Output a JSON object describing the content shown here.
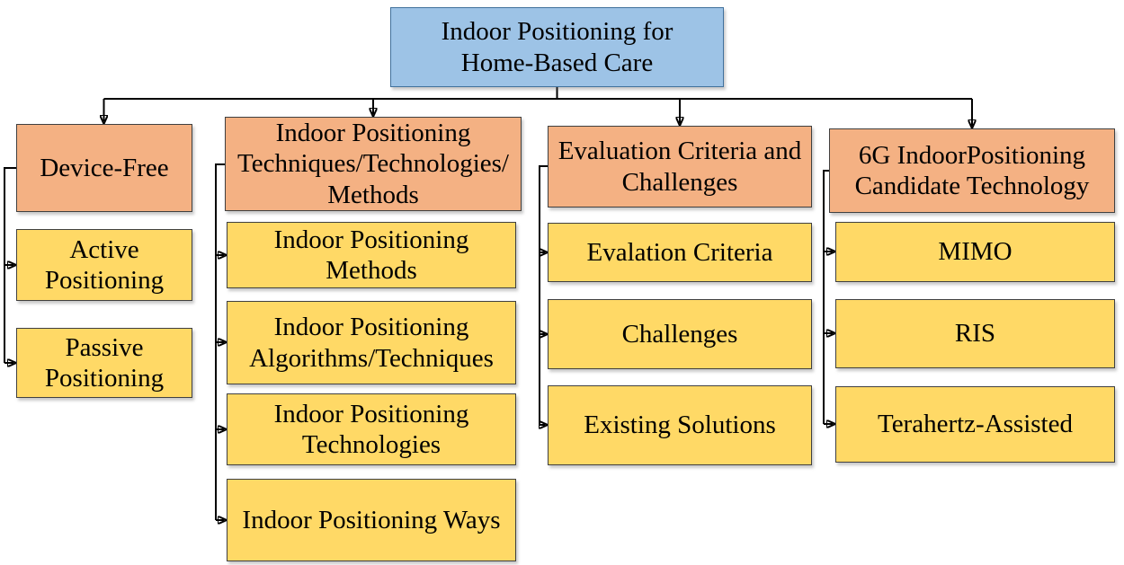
{
  "colors": {
    "background": "#FFFFFF",
    "text": "#000000",
    "connector": "#000000",
    "root_fill": "#9DC3E6",
    "root_border": "#41719C",
    "category_fill": "#F4B183",
    "child_fill": "#FFD966",
    "box_border": "#404040"
  },
  "root": {
    "label": "Indoor Positioning for\nHome-Based Care"
  },
  "columns": [
    {
      "parent": {
        "label": "Device-Free"
      },
      "children": [
        {
          "label": "Active\nPositioning"
        },
        {
          "label": "Passive\nPositioning"
        }
      ]
    },
    {
      "parent": {
        "label": "Indoor Positioning\nTechniques/Technologies/\nMethods"
      },
      "children": [
        {
          "label": "Indoor Positioning\nMethods"
        },
        {
          "label": "Indoor Positioning\nAlgorithms/Techniques"
        },
        {
          "label": "Indoor Positioning\nTechnologies"
        },
        {
          "label": "Indoor Positioning Ways"
        }
      ]
    },
    {
      "parent": {
        "label": "Evaluation Criteria and\nChallenges"
      },
      "children": [
        {
          "label": "Evalation Criteria"
        },
        {
          "label": "Challenges"
        },
        {
          "label": "Existing Solutions"
        }
      ]
    },
    {
      "parent": {
        "label": "6G IndoorPositioning\nCandidate Technology"
      },
      "children": [
        {
          "label": "MIMO"
        },
        {
          "label": "RIS"
        },
        {
          "label": "Terahertz-Assisted"
        }
      ]
    }
  ]
}
